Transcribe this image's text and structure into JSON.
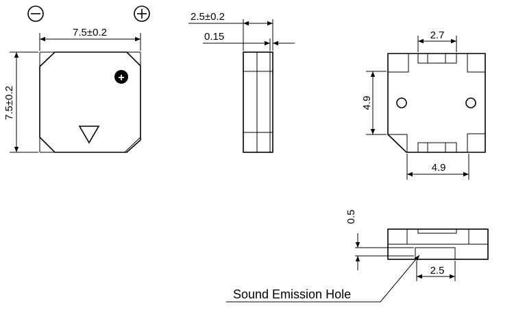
{
  "symbols": {
    "minus": "−",
    "plus": "+",
    "inner_plus": "+"
  },
  "top_view": {
    "width_label": "7.5±0.2",
    "height_label": "7.5±0.2"
  },
  "side_view": {
    "thickness_label": "2.5±0.2",
    "offset_label": "0.15"
  },
  "bottom_view": {
    "pad_width_label": "2.7",
    "pad_height_label": "4.9",
    "pad_span_label": "4.9"
  },
  "section_view": {
    "depth_label": "0.5",
    "hole_width_label": "2.5"
  },
  "callout": {
    "text": "Sound Emission Hole"
  }
}
